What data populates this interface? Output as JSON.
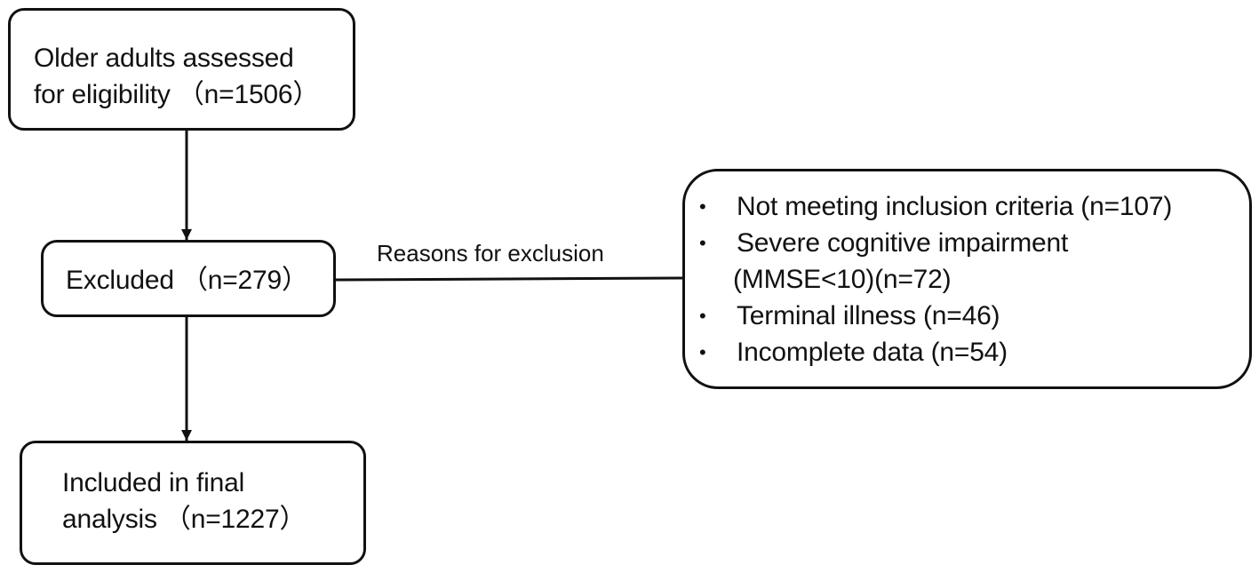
{
  "nodes": {
    "assessed": {
      "line1": "Older adults assessed",
      "line2": "for eligibility （n=1506）"
    },
    "excluded": {
      "line1": "Excluded （n=279）"
    },
    "included": {
      "line1": "Included in final",
      "line2": "analysis （n=1227）"
    },
    "reasons": {
      "items": [
        {
          "text": "Not meeting inclusion criteria (n=107)"
        },
        {
          "text": "Severe cognitive impairment",
          "cont": "(MMSE<10)(n=72)"
        },
        {
          "text": "Terminal illness (n=46)"
        },
        {
          "text": "Incomplete data (n=54)"
        }
      ]
    }
  },
  "edge_label": "Reasons for exclusion",
  "bullet_glyph": "•"
}
